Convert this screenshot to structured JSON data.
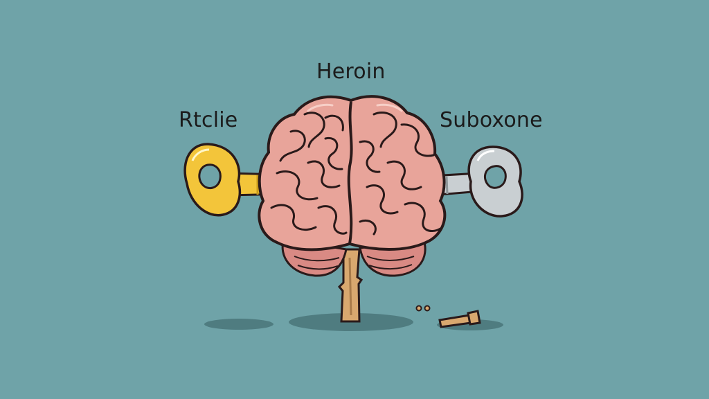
{
  "labels": {
    "top": "Heroin",
    "left": "Rtclie",
    "right": "Suboxone"
  },
  "colors": {
    "background": "#6fa3a8",
    "brain": "#e8a49a",
    "brain_outline": "#2a1a1a",
    "gold_key": "#f3c53a",
    "silver_key": "#c9cfd2",
    "stem": "#d9a86f",
    "shadow": "#4f7c80"
  },
  "icons": {
    "center": "brain-icon",
    "left_key": "gold-key-icon",
    "right_key": "silver-key-icon",
    "broken_key": "broken-key-icon"
  }
}
